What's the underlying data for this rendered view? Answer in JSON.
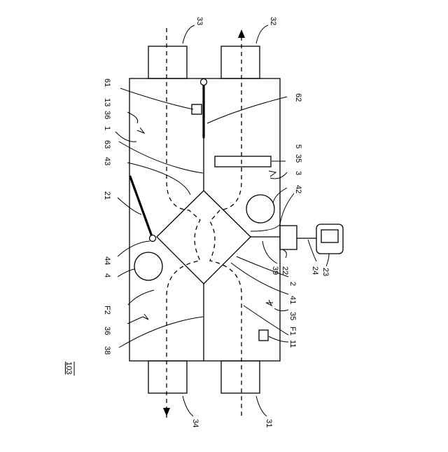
{
  "figure": {
    "number": "103",
    "labels": {
      "l31": "31",
      "l32": "32",
      "l33": "33",
      "l34": "34",
      "l61": "61",
      "l62": "62",
      "l13": "13",
      "l36a": "36",
      "l1": "1",
      "l63": "63",
      "l43": "43",
      "l5": "5",
      "l35a": "35",
      "l3": "3",
      "l21": "21",
      "l42": "42",
      "l44": "44",
      "l4": "4",
      "l39": "39",
      "l22": "22",
      "l24": "24",
      "l23": "23",
      "l2": "2",
      "l41": "41",
      "l35b": "35",
      "lF2": "F2",
      "l36b": "36",
      "l38": "38",
      "lF1": "F1",
      "l11": "11"
    }
  }
}
